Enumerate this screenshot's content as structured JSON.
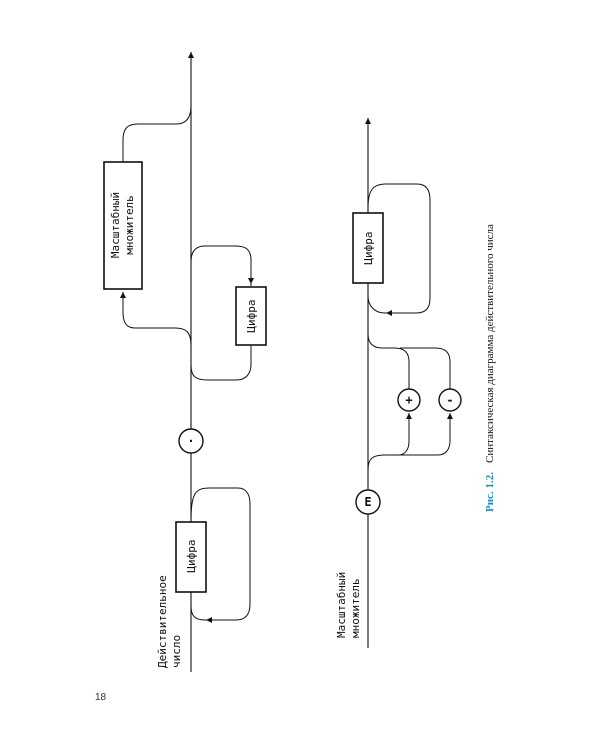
{
  "page_number": "18",
  "figure": {
    "caption_number": "Рис. 1.2.",
    "caption_text": "Синтаксическая диаграмма действительного числа"
  },
  "diagram1": {
    "title_line1": "Действительное",
    "title_line2": "число",
    "digit_box_1": "Цифра",
    "decimal_point": "·",
    "digit_box_2": "Цифра",
    "scale_box_line1": "Масштабный",
    "scale_box_line2": "множитель"
  },
  "diagram2": {
    "title_line1": "Масштабный",
    "title_line2": "множитель",
    "exponent_symbol": "E",
    "plus_symbol": "+",
    "minus_symbol": "-",
    "digit_box": "Цифра"
  }
}
